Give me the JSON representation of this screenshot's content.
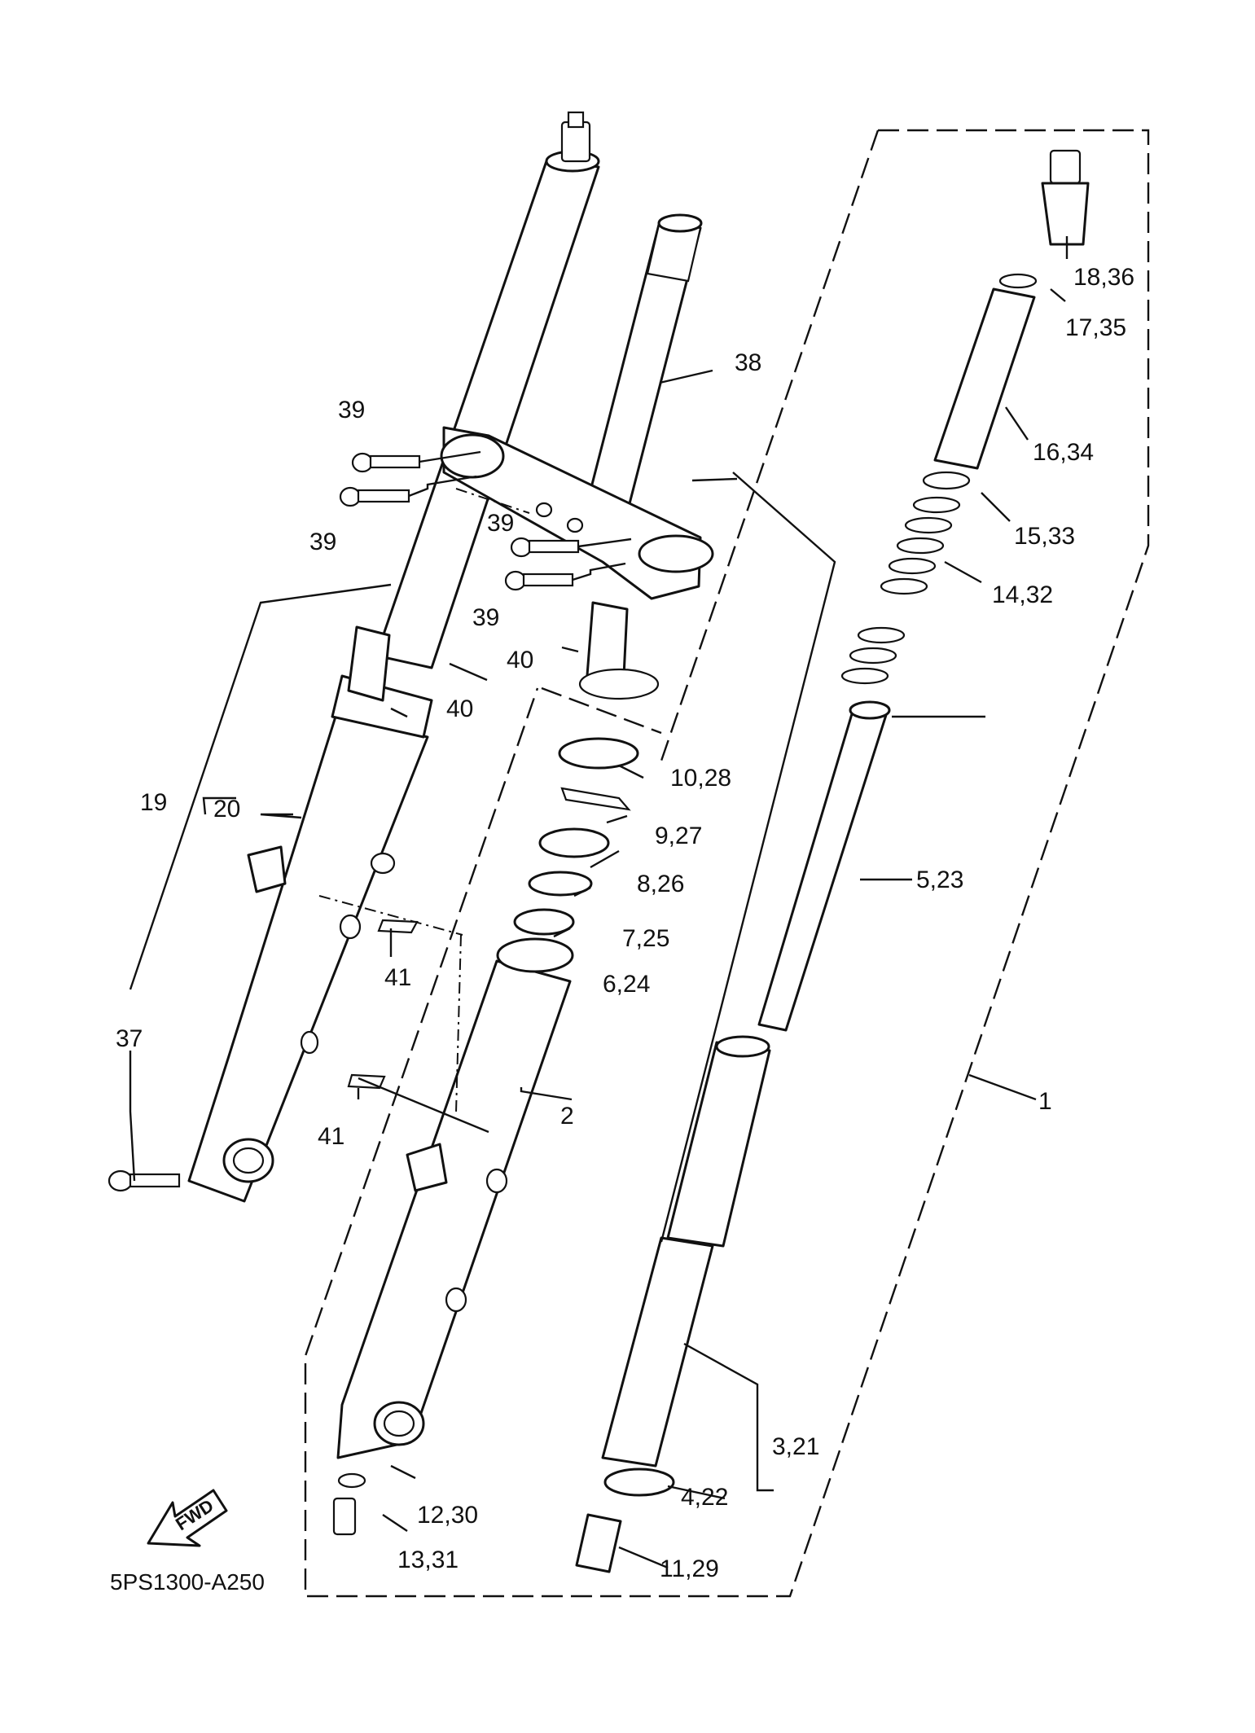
{
  "diagram_code": "5PS1300-A250",
  "fwd_label": "FWD",
  "callouts": {
    "c1": "1",
    "c2": "2",
    "c3_21": "3,21",
    "c4_22": "4,22",
    "c5_23": "5,23",
    "c6_24": "6,24",
    "c7_25": "7,25",
    "c8_26": "8,26",
    "c9_27": "9,27",
    "c10_28": "10,28",
    "c11_29": "11,29",
    "c12_30": "12,30",
    "c13_31": "13,31",
    "c14_32": "14,32",
    "c15_33": "15,33",
    "c16_34": "16,34",
    "c17_35": "17,35",
    "c18_36": "18,36",
    "c19": "19",
    "c20": "20",
    "c37": "37",
    "c38": "38",
    "c39a": "39",
    "c39b": "39",
    "c39c": "39",
    "c39d": "39",
    "c40a": "40",
    "c40b": "40",
    "c41a": "41",
    "c41b": "41"
  }
}
